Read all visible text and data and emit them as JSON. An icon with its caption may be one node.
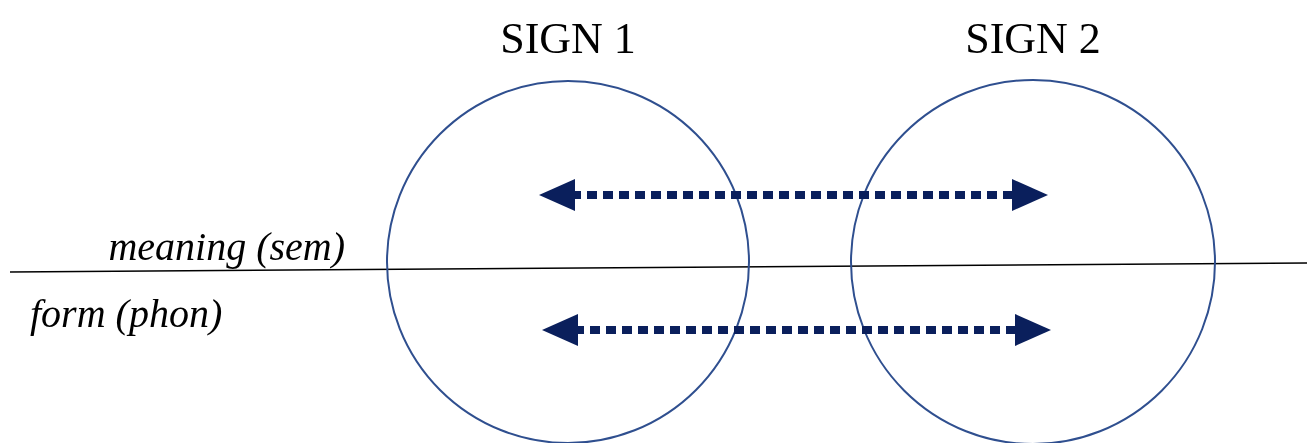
{
  "diagram": {
    "nodes": [
      {
        "text": [
          "SIGN 1"
        ]
      },
      {
        "text": [
          "SIGN 2"
        ]
      }
    ],
    "edges": [
      {
        "from": 0,
        "to": 1,
        "arrow": "both",
        "style": "dashed"
      },
      {
        "from": 0,
        "to": 1,
        "arrow": "both",
        "style": "dashed"
      }
    ],
    "labels": [
      "meaning (sem)",
      "form (phon)"
    ]
  }
}
